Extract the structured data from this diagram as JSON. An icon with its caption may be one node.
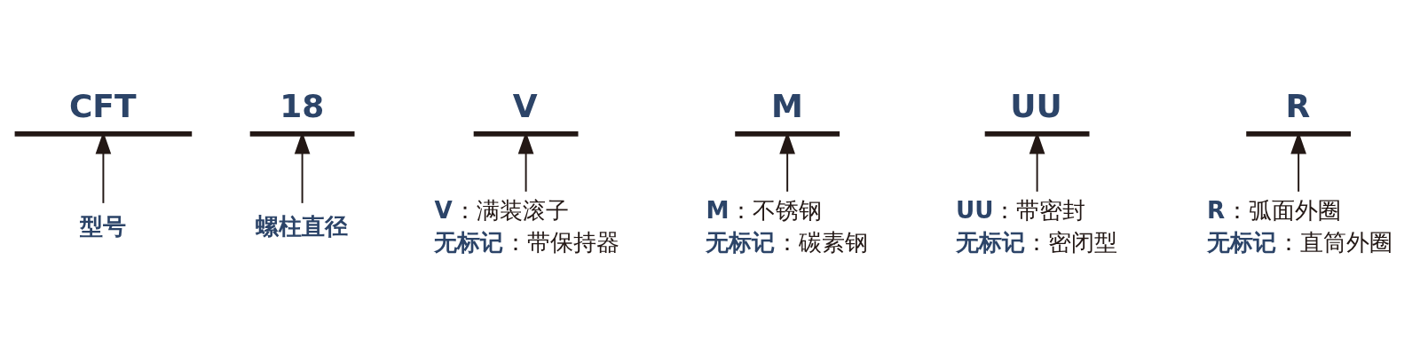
{
  "diagram": {
    "nodes": [
      {
        "text": [
          "CFT"
        ]
      },
      {
        "text": [
          "18"
        ]
      },
      {
        "text": [
          "V"
        ]
      },
      {
        "text": [
          "M"
        ]
      },
      {
        "text": [
          "UU"
        ]
      },
      {
        "text": [
          "R"
        ]
      },
      {
        "text": [
          "型号"
        ]
      },
      {
        "text": [
          "螺柱直径"
        ]
      },
      {
        "text": [
          "**V**：满装滚子",
          "**无标记**：带保持器"
        ]
      },
      {
        "text": [
          "**M**：不锈钢",
          "**无标记**：碳素钢"
        ]
      },
      {
        "text": [
          "**UU**：带密封",
          "**无标记**：密闭型"
        ]
      },
      {
        "text": [
          "**R**：弧面外圈",
          "**无标记**：直筒外圈"
        ]
      }
    ],
    "edges": [
      {
        "from": 6,
        "to": 0,
        "arrow": "to"
      },
      {
        "from": 7,
        "to": 1,
        "arrow": "to"
      },
      {
        "from": 8,
        "to": 2,
        "arrow": "to"
      },
      {
        "from": 9,
        "to": 3,
        "arrow": "to"
      },
      {
        "from": 10,
        "to": 4,
        "arrow": "to"
      },
      {
        "from": 11,
        "to": 5,
        "arrow": "to"
      }
    ]
  }
}
